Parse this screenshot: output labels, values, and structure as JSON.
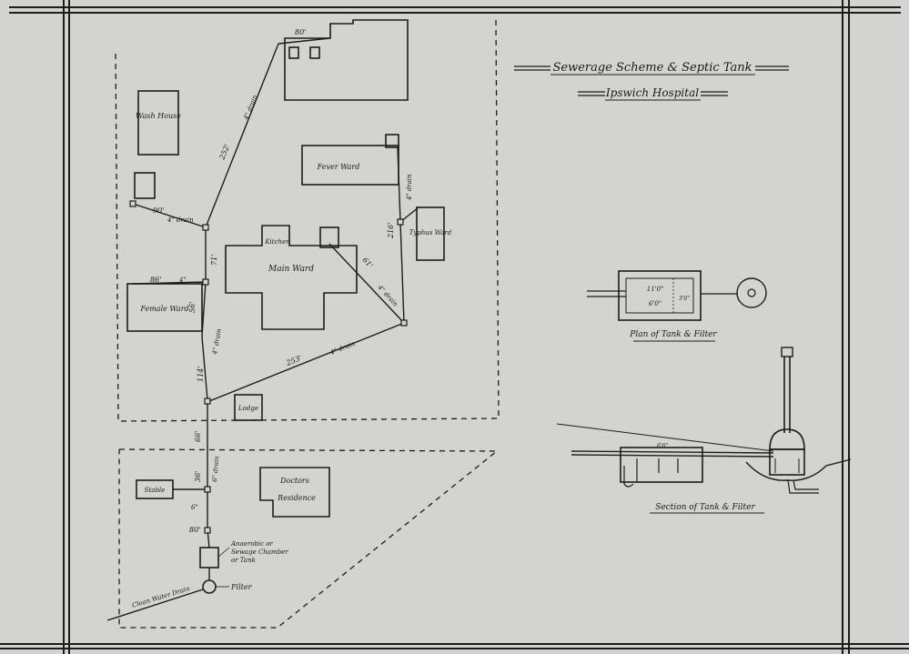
{
  "title": {
    "line1": "Sewerage Scheme & Septic Tank",
    "line2": "Ipswich Hospital"
  },
  "buildings": {
    "wash_house": "Wash House",
    "main_ward": "Main Ward",
    "kitchen": "Kitchen",
    "fever_ward": "Fever Ward",
    "typhus_ward": "Typhus Ward",
    "female_ward": "Female Ward",
    "lodge": "Lodge",
    "stable": "Stable",
    "doctors_residence_1": "Doctors",
    "doctors_residence_2": "Residence"
  },
  "pipe_labels": {
    "d80_top": "80'",
    "d252": "252'",
    "drain_4_a": "4\" drain",
    "d90": "90'",
    "drain_4_b": "4\" drain",
    "d71": "71'",
    "d86": "86'",
    "d4_small": "4\"",
    "d56": "56'",
    "drain_4_c": "4\" drain",
    "d114": "114'",
    "d253": "253'",
    "drain_4_d": "4\" drain",
    "d61": "61'",
    "drain_4_e": "4\" drain",
    "d216": "216'",
    "drain_4_f": "4\" drain",
    "d66": "66'",
    "drain_6": "6\" drain",
    "d36": "36'",
    "d80_bottom": "80'",
    "d6_small": "6\"",
    "pressure_note": "6'6\""
  },
  "treatment": {
    "chamber_1": "Anaerobic or",
    "chamber_2": "Sewage Chamber",
    "chamber_3": "or Tank",
    "filter": "Filter",
    "clean_water": "Clean Water Drain"
  },
  "details": {
    "plan_caption": "Plan of Tank & Filter",
    "section_caption": "Section of Tank & Filter",
    "tank_dim_1": "11'0\"",
    "tank_dim_2": "6'0\"",
    "tank_dim_3": "3'0\""
  }
}
